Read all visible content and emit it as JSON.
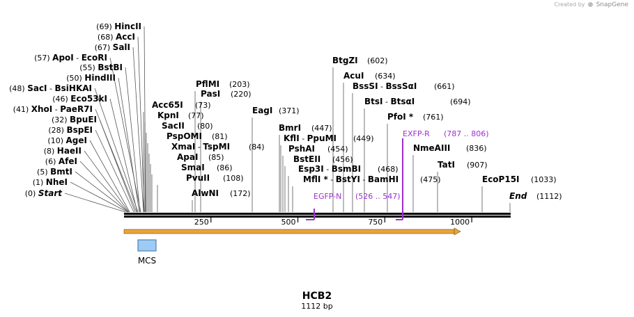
{
  "credit": {
    "created_by": "Created by",
    "brand": "SnapGene"
  },
  "plasmid": {
    "name": "HCB2",
    "length_label": "1112 bp",
    "length": 1112
  },
  "ruler": {
    "ticks": [
      250,
      500,
      750,
      1000
    ]
  },
  "orf_arrow": {
    "color": "#e8a33a",
    "start": 1,
    "end": 1000
  },
  "mcs": {
    "label": "MCS",
    "color": "#9ecbf5"
  },
  "primers": [
    {
      "id": "egfp-n",
      "name": "EGFP-N",
      "range": "(526 .. 547)",
      "color": "#9c2fd0"
    },
    {
      "id": "exfp-r",
      "name": "EXFP-R",
      "range": "(787 .. 806)",
      "color": "#9c2fd0"
    }
  ],
  "left_sites": [
    {
      "pos": "(69)",
      "name": "HincII"
    },
    {
      "pos": "(68)",
      "name": "AccI"
    },
    {
      "pos": "(67)",
      "name": "SalI"
    },
    {
      "pos": "(57)",
      "name": "ApoI",
      "sep": " - ",
      "name2": "EcoRI"
    },
    {
      "pos": "(55)",
      "name": "BstBI"
    },
    {
      "pos": "(50)",
      "name": "HindIII"
    },
    {
      "pos": "(48)",
      "name": "SacI",
      "sep": " - ",
      "name2": "BsiHKAI"
    },
    {
      "pos": "(46)",
      "name": "Eco53kI"
    },
    {
      "pos": "(41)",
      "name": "XhoI",
      "sep": " - ",
      "name2": "PaeR7I"
    },
    {
      "pos": "(32)",
      "name": "BpuEI"
    },
    {
      "pos": "(28)",
      "name": "BspEI"
    },
    {
      "pos": "(10)",
      "name": "AgeI"
    },
    {
      "pos": "(8)",
      "name": "HaeII"
    },
    {
      "pos": "(6)",
      "name": "AfeI"
    },
    {
      "pos": "(5)",
      "name": "BmtI"
    },
    {
      "pos": "(1)",
      "name": "NheI"
    },
    {
      "pos": "(0)",
      "name": "Start"
    }
  ],
  "mid_sites": [
    {
      "name": "PflMI",
      "pos": "(203)"
    },
    {
      "name": "PasI",
      "pos": "(220)"
    },
    {
      "name": "Acc65I",
      "pos": "(73)"
    },
    {
      "name": "KpnI",
      "pos": "(77)"
    },
    {
      "name": "SacII",
      "pos": "(80)"
    },
    {
      "name": "PspOMI",
      "pos": "(81)"
    },
    {
      "name": "XmaI",
      "sep": " - ",
      "name2": "TspMI",
      "pos": "(84)"
    },
    {
      "name": "ApaI",
      "pos": "(85)"
    },
    {
      "name": "SmaI",
      "pos": "(86)"
    },
    {
      "name": "PvuII",
      "pos": "(108)"
    },
    {
      "name": "AlwNI",
      "pos": "(172)"
    },
    {
      "name": "EagI",
      "pos": "(371)"
    }
  ],
  "right_sites": [
    {
      "name": "BtgZI",
      "pos": "(602)"
    },
    {
      "name": "AcuI",
      "pos": "(634)"
    },
    {
      "name": "BssSI",
      "sep": " - ",
      "name2": "BssSαI",
      "pos": "(661)"
    },
    {
      "name": "BtsI",
      "sep": " - ",
      "name2": "BtsαI",
      "pos": "(694)"
    },
    {
      "name": "PfoI *",
      "pos": "(761)"
    },
    {
      "name": "BmrI",
      "pos": "(447)"
    },
    {
      "name": "KflI",
      "sep": " - ",
      "name2": "PpuMI",
      "pos": "(449)"
    },
    {
      "name": "PshAI",
      "pos": "(454)"
    },
    {
      "name": "BstEII",
      "pos": "(456)"
    },
    {
      "name": "Esp3I",
      "sep": " - ",
      "name2": "BsmBI",
      "pos": "(468)"
    },
    {
      "name": "MflI *",
      "sep": " - ",
      "name2": "BstYI",
      "sep2": " - ",
      "name3": "BamHI",
      "pos": "(475)"
    },
    {
      "name": "NmeAIII",
      "pos": "(836)"
    },
    {
      "name": "TatI",
      "pos": "(907)"
    },
    {
      "name": "EcoP15I",
      "pos": "(1033)"
    },
    {
      "name": "End",
      "pos": "(1112)"
    }
  ]
}
